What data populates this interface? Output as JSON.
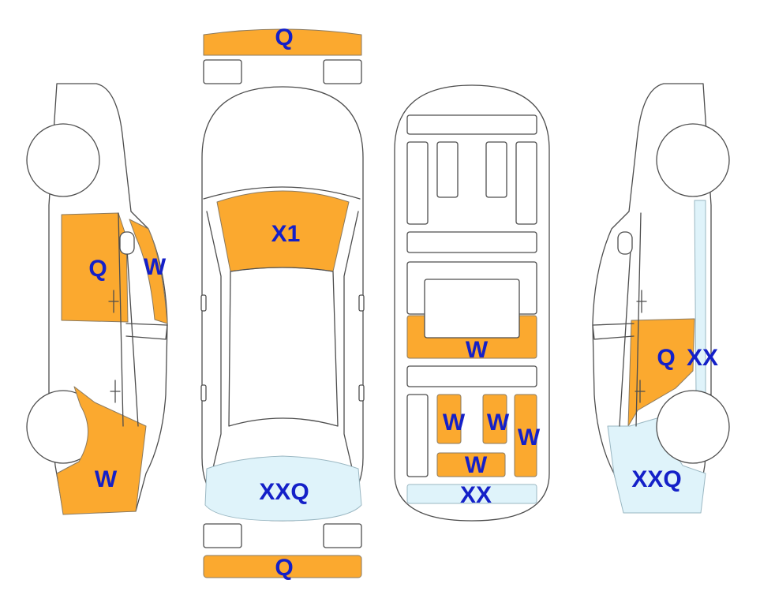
{
  "colors": {
    "orange_zone": "#fba92f",
    "light_blue_zone": "#dff3fa",
    "outline": "#4d4d4d",
    "label_text": "#1420c8"
  },
  "labels": {
    "front_bumper": "Q",
    "rear_bumper": "Q",
    "left_front_door": "Q",
    "left_a_pillar": "W",
    "left_rear_quarter": "W",
    "windshield": "X1",
    "rear_window": "XXQ",
    "floor_middle": "W",
    "floor_left_seat": "W",
    "floor_right_seat": "W",
    "floor_right_column": "W",
    "floor_bottom_seat": "W",
    "floor_trunk": "XX",
    "right_rear_door": "Q",
    "right_rear_pillar": "XX",
    "right_rear_quarter": "XXQ"
  }
}
